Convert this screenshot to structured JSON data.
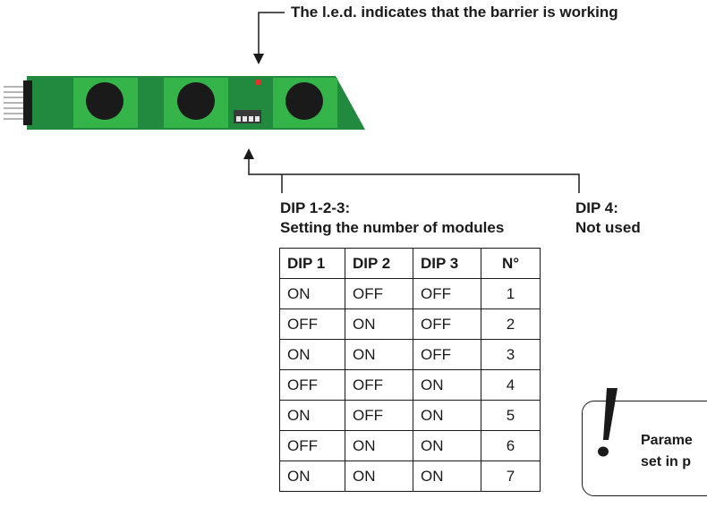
{
  "callouts": {
    "led": "The l.e.d. indicates that the barrier is working",
    "dip123_title": "DIP 1-2-3:",
    "dip123_subtitle": "Setting the number of modules",
    "dip4_title": "DIP 4:",
    "dip4_subtitle": "Not used"
  },
  "table": {
    "headers": [
      "DIP 1",
      "DIP 2",
      "DIP 3",
      "N°"
    ],
    "rows": [
      [
        "ON",
        "OFF",
        "OFF",
        "1"
      ],
      [
        "OFF",
        "ON",
        "OFF",
        "2"
      ],
      [
        "ON",
        "ON",
        "OFF",
        "3"
      ],
      [
        "OFF",
        "OFF",
        "ON",
        "4"
      ],
      [
        "ON",
        "OFF",
        "ON",
        "5"
      ],
      [
        "OFF",
        "ON",
        "ON",
        "6"
      ],
      [
        "ON",
        "ON",
        "ON",
        "7"
      ]
    ]
  },
  "note": {
    "line1": "Parame",
    "line2": "set in p",
    "icon": "exclamation-icon"
  },
  "colors": {
    "board": "#218a3e",
    "pad": "#35b44a",
    "sensor": "#1a1a1a",
    "led": "#e3332a"
  }
}
